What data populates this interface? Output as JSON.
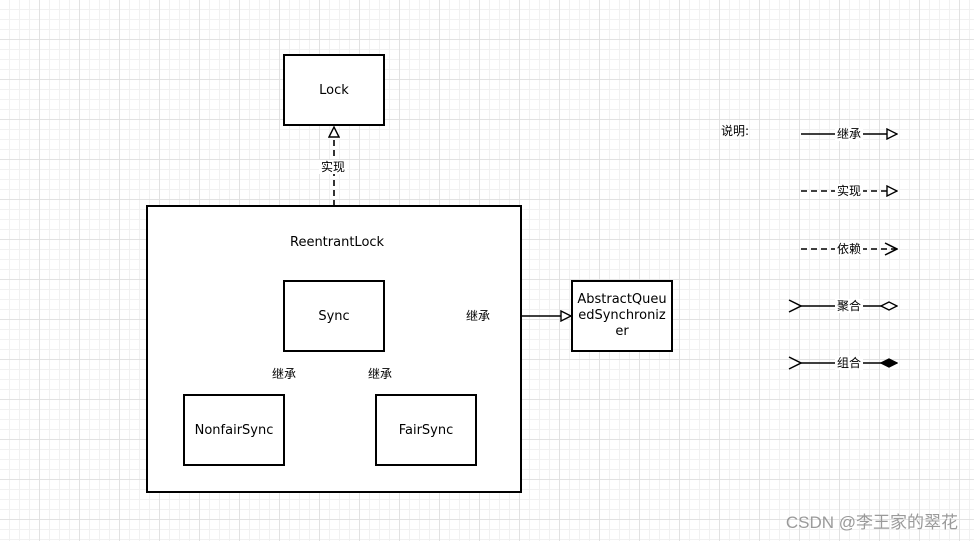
{
  "nodes": {
    "lock": "Lock",
    "reentrant_lock": "ReentrantLock",
    "sync": "Sync",
    "nonfair_sync": "NonfairSync",
    "fair_sync": "FairSync",
    "aqs": "AbstractQueuedSynchronizer"
  },
  "edges": {
    "implements_lock": "实现",
    "sync_extends_aqs": "继承",
    "nonfair_extends_sync": "继承",
    "fair_extends_sync": "继承"
  },
  "legend": {
    "title": "说明:",
    "items": [
      {
        "label": "继承",
        "line": "solid",
        "head": "hollow-triangle"
      },
      {
        "label": "实现",
        "line": "dashed",
        "head": "hollow-triangle"
      },
      {
        "label": "依赖",
        "line": "dashed",
        "head": "open-arrow"
      },
      {
        "label": "聚合",
        "line": "solid",
        "head": "open-arrow + hollow-diamond"
      },
      {
        "label": "组合",
        "line": "solid",
        "head": "open-arrow + filled-diamond"
      }
    ]
  },
  "watermark": "CSDN @李王家的翠花"
}
